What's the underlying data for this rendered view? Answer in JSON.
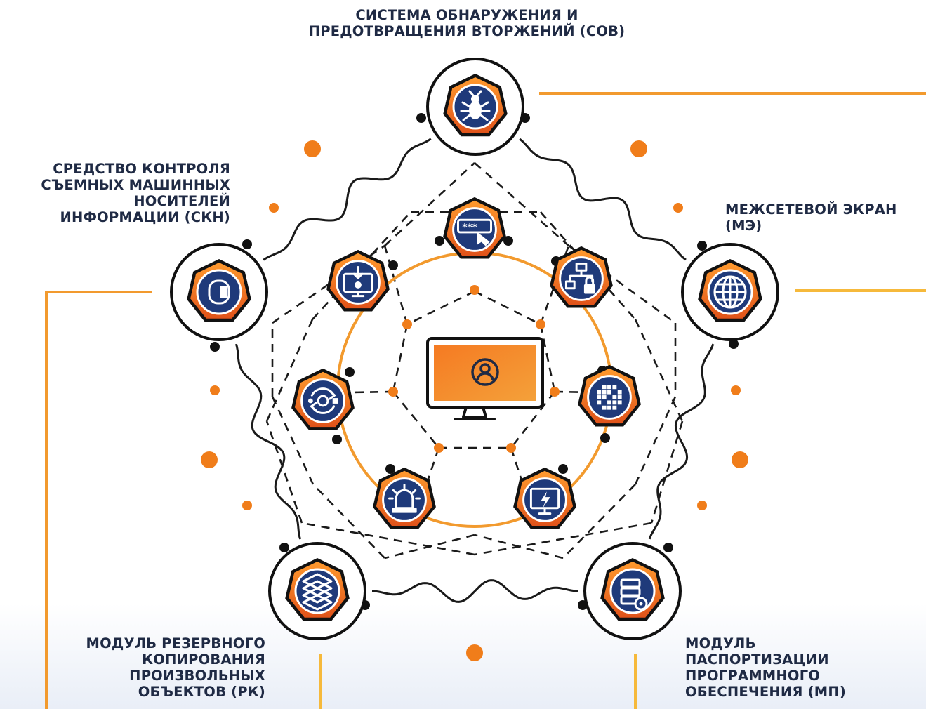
{
  "labels": {
    "sov": "СИСТЕМА ОБНАРУЖЕНИЯ И\nПРЕДОТВРАЩЕНИЯ ВТОРЖЕНИЙ (СОВ)",
    "skn": "СРЕДСТВО КОНТРОЛЯ\nСЪЕМНЫХ МАШИННЫХ\nНОСИТЕЛЕЙ\nИНФОРМАЦИИ (СКН)",
    "me": "МЕЖСЕТЕВОЙ ЭКРАН\n(МЭ)",
    "rk": "МОДУЛЬ РЕЗЕРВНОГО\nКОПИРОВАНИЯ\nПРОИЗВОЛЬНЫХ\nОБЪЕКТОВ (РК)",
    "mp": "МОДУЛЬ\nПАСПОРТИЗАЦИИ\nПРОГРАММНОГО\nОБЕСПЕЧЕНИЯ (МП)"
  },
  "icons": {
    "outer": [
      "bug-icon",
      "globe-icon",
      "server-gear-icon",
      "layers-icon",
      "removable-media-icon"
    ],
    "inner": [
      "password-touch-icon",
      "network-lock-icon",
      "data-matrix-icon",
      "monitor-flash-icon",
      "alarm-siren-icon",
      "sync-gear-icon",
      "monitor-download-icon"
    ],
    "center": "monitor-user-icon"
  },
  "colors": {
    "orange": "#f07d1a",
    "orange_dark": "#b84a0e",
    "navy": "#1f3a7a",
    "line_orange": "#f29a2e",
    "line_yellow": "#f6b93b",
    "text": "#1f2a44"
  }
}
